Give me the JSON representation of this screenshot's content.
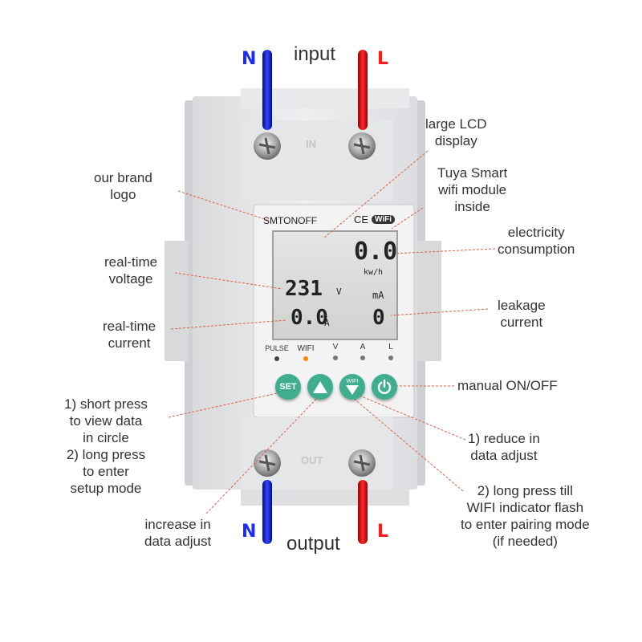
{
  "wires": {
    "top_n": "N",
    "top_l": "L",
    "bottom_n": "N",
    "bottom_l": "L",
    "input_label": "input",
    "output_label": "output",
    "neutral_color": "#1a2bff",
    "live_color": "#ff1a1a"
  },
  "device": {
    "brand": "SMTONOFF",
    "ce_mark": "CE",
    "wifi_mark": "WiFi",
    "body_in_marking": "IN",
    "body_out_marking": "OUT",
    "lcd": {
      "energy_value": "0.0",
      "energy_unit": "kw/h",
      "voltage_value": "231",
      "voltage_unit": "V",
      "current_value": "0.0",
      "current_unit": "A",
      "leakage_unit": "mA",
      "leakage_value": "0"
    },
    "indicators": [
      "PULSE",
      "WIFI",
      "V",
      "A",
      "L"
    ],
    "buttons": {
      "set": "SET",
      "wifi": "WIFI"
    },
    "accent_color": "#3fae8f"
  },
  "callouts": {
    "lcd": [
      "large LCD",
      "display"
    ],
    "module": [
      "Tuya Smart",
      "wifi module",
      "inside"
    ],
    "consumption": [
      "electricity",
      "consumption"
    ],
    "logo": [
      "our brand",
      "logo"
    ],
    "voltage": [
      "real-time",
      "voltage"
    ],
    "current": [
      "real-time",
      "current"
    ],
    "leakage": [
      "leakage",
      "current"
    ],
    "onoff": [
      "manual ON/OFF"
    ],
    "set": [
      "1) short press",
      "to view data",
      "in circle",
      "2) long press",
      "to enter",
      "setup mode"
    ],
    "reduce": [
      "1) reduce in",
      "data adjust"
    ],
    "pairing": [
      "2) long press till",
      "WIFI indicator flash",
      "to enter pairing mode",
      "(if needed)"
    ],
    "increase": [
      "increase in",
      "data adjust"
    ]
  }
}
